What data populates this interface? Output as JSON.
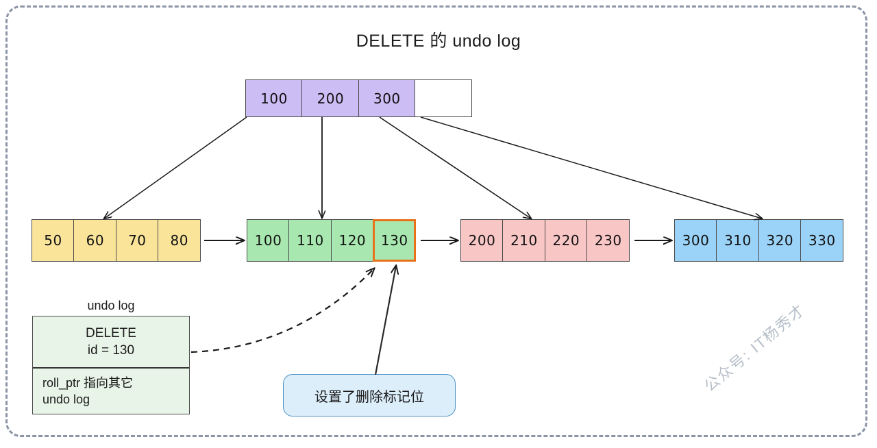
{
  "title": "DELETE 的 undo log",
  "colors": {
    "root_fill": "#cdbdf5",
    "leaf_a_fill": "#fae49a",
    "leaf_b_fill": "#a8e8b0",
    "leaf_c_fill": "#f9c6c6",
    "leaf_d_fill": "#9bd2f7",
    "highlight_border": "#e8711a",
    "undo_log_fill": "#e8f4e8",
    "callout_fill": "#ddeefb",
    "callout_border": "#4a90c4",
    "frame_border": "#8b95a6"
  },
  "root_node": {
    "name": "root-node",
    "cells": [
      "100",
      "200",
      "300",
      ""
    ]
  },
  "leaf_nodes": [
    {
      "name": "leaf-node-50",
      "cells": [
        "50",
        "60",
        "70",
        "80"
      ]
    },
    {
      "name": "leaf-node-100",
      "cells": [
        "100",
        "110",
        "120",
        "130"
      ],
      "highlight_index": 3
    },
    {
      "name": "leaf-node-200",
      "cells": [
        "200",
        "210",
        "220",
        "230"
      ]
    },
    {
      "name": "leaf-node-300",
      "cells": [
        "300",
        "310",
        "320",
        "330"
      ]
    }
  ],
  "undo_log": {
    "caption": "undo log",
    "operation": "DELETE",
    "condition": "id = 130",
    "roll_ptr_line1": "roll_ptr 指向其它",
    "roll_ptr_line2": "undo log"
  },
  "callout": {
    "text": "设置了删除标记位"
  },
  "watermark": {
    "text": "公众号: IT杨秀才"
  }
}
